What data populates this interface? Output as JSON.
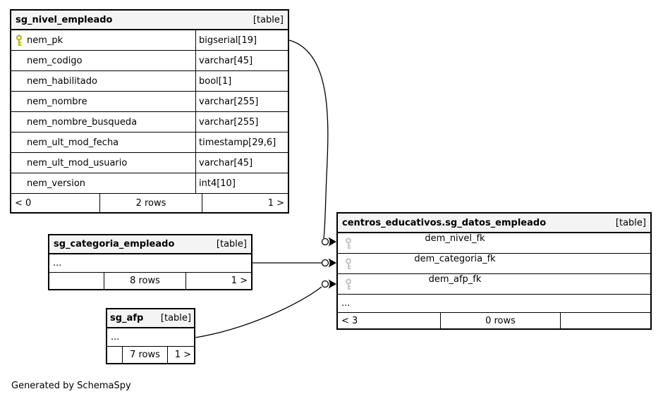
{
  "diagram": {
    "caption": "Generated by SchemaSpy",
    "colors": {
      "header_bg": "#f4f4f4",
      "border": "#000000",
      "primary_key_icon": "#b9b900",
      "foreign_key_icon": "#c8c8c8"
    },
    "icons": {
      "primary_key": "key-icon (yellow)",
      "foreign_key": "key-icon (gray)"
    }
  },
  "tables": {
    "sg_nivel_empleado": {
      "title": "sg_nivel_empleado",
      "badge": "[table]",
      "columns": [
        {
          "name": "nem_pk",
          "type": "bigserial[19]",
          "key": "primary"
        },
        {
          "name": "nem_codigo",
          "type": "varchar[45]",
          "key": ""
        },
        {
          "name": "nem_habilitado",
          "type": "bool[1]",
          "key": ""
        },
        {
          "name": "nem_nombre",
          "type": "varchar[255]",
          "key": ""
        },
        {
          "name": "nem_nombre_busqueda",
          "type": "varchar[255]",
          "key": ""
        },
        {
          "name": "nem_ult_mod_fecha",
          "type": "timestamp[29,6]",
          "key": ""
        },
        {
          "name": "nem_ult_mod_usuario",
          "type": "varchar[45]",
          "key": ""
        },
        {
          "name": "nem_version",
          "type": "int4[10]",
          "key": ""
        }
      ],
      "footer": {
        "left": "< 0",
        "center": "2 rows",
        "right": "1 >"
      }
    },
    "sg_categoria_empleado": {
      "title": "sg_categoria_empleado",
      "badge": "[table]",
      "ellipsis": "...",
      "footer": {
        "left": "",
        "center": "8 rows",
        "right": "1 >"
      }
    },
    "sg_afp": {
      "title": "sg_afp",
      "badge": "[table]",
      "ellipsis": "...",
      "footer": {
        "left": "",
        "center": "7 rows",
        "right": "1 >"
      }
    },
    "sg_datos_empleado": {
      "title": "centros_educativos.sg_datos_empleado",
      "badge": "[table]",
      "columns": [
        {
          "name": "dem_nivel_fk",
          "key": "foreign"
        },
        {
          "name": "dem_categoria_fk",
          "key": "foreign"
        },
        {
          "name": "dem_afp_fk",
          "key": "foreign"
        }
      ],
      "ellipsis": "...",
      "footer": {
        "left": "< 3",
        "center": "0 rows",
        "right": ""
      }
    }
  },
  "relationships": [
    {
      "from": "sg_nivel_empleado.nem_pk",
      "to": "sg_datos_empleado.dem_nivel_fk"
    },
    {
      "from": "sg_categoria_empleado",
      "to": "sg_datos_empleado.dem_categoria_fk"
    },
    {
      "from": "sg_afp",
      "to": "sg_datos_empleado.dem_afp_fk"
    }
  ]
}
